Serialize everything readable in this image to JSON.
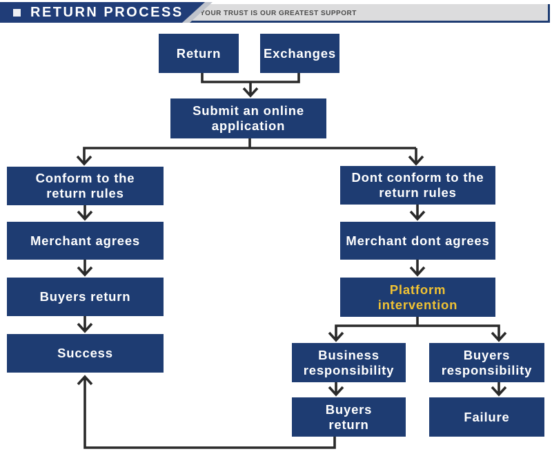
{
  "header": {
    "title": "RETURN PROCESS",
    "tagline": "YOUR TRUST IS OUR GREATEST SUPPORT"
  },
  "colors": {
    "box_navy": "#1e3c72",
    "banner_navy": "#203d78",
    "highlight_gold": "#f0c233",
    "connector_line": "#2a2a2a",
    "header_bar_gray": "#dcdcdd"
  },
  "nodes": {
    "return": "Return",
    "exchanges": "Exchanges",
    "submit": "Submit an online\napplication",
    "conform": "Conform to the\nreturn rules",
    "merchant_agrees": "Merchant agrees",
    "buyers_return_left": "Buyers return",
    "success": "Success",
    "dont_conform": "Dont conform to the\nreturn rules",
    "merchant_dont_agrees": "Merchant dont agrees",
    "platform_intervention": "Platform\nintervention",
    "business_responsibility": "Business\nresponsibility",
    "buyers_responsibility": "Buyers\nresponsibility",
    "buyers_return_bottom": "Buyers\nreturn",
    "failure": "Failure"
  }
}
